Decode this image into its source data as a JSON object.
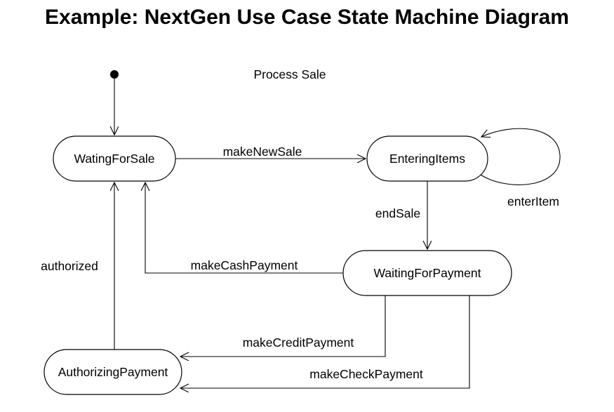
{
  "title": "Example: NextGen Use Case State Machine Diagram",
  "diagram_name": "Process Sale",
  "states": {
    "waiting_for_sale": "WatingForSale",
    "entering_items": "EnteringItems",
    "waiting_for_payment": "WaitingForPayment",
    "authorizing_payment": "AuthorizingPayment"
  },
  "transitions": {
    "make_new_sale": "makeNewSale",
    "enter_item": "enterItem",
    "end_sale": "endSale",
    "make_cash_payment": "makeCashPayment",
    "make_credit_payment": "makeCreditPayment",
    "make_check_payment": "makeCheckPayment",
    "authorized": "authorized"
  }
}
